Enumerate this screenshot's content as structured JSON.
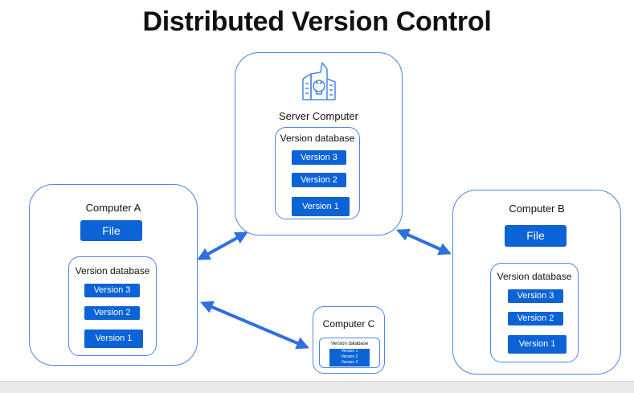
{
  "title": "Distributed Version Control",
  "server": {
    "label": "Server Computer",
    "icon": "github-server-icon",
    "db_label": "Version database",
    "versions": [
      "Version 3",
      "Version 2",
      "Version 1"
    ]
  },
  "computer_a": {
    "label": "Computer A",
    "file_label": "File",
    "db_label": "Version database",
    "versions": [
      "Version 3",
      "Version 2",
      "Version 1"
    ]
  },
  "computer_b": {
    "label": "Computer B",
    "file_label": "File",
    "db_label": "Version database",
    "versions": [
      "Version 3",
      "Version 2",
      "Version 1"
    ]
  },
  "computer_c": {
    "label": "Computer C",
    "db_label": "Version database",
    "versions": [
      "Version 1",
      "Version 2",
      "Version 3"
    ]
  },
  "colors": {
    "accent": "#4a86e8",
    "box_fill": "#0b63d6",
    "arrow": "#2f6fe0"
  }
}
